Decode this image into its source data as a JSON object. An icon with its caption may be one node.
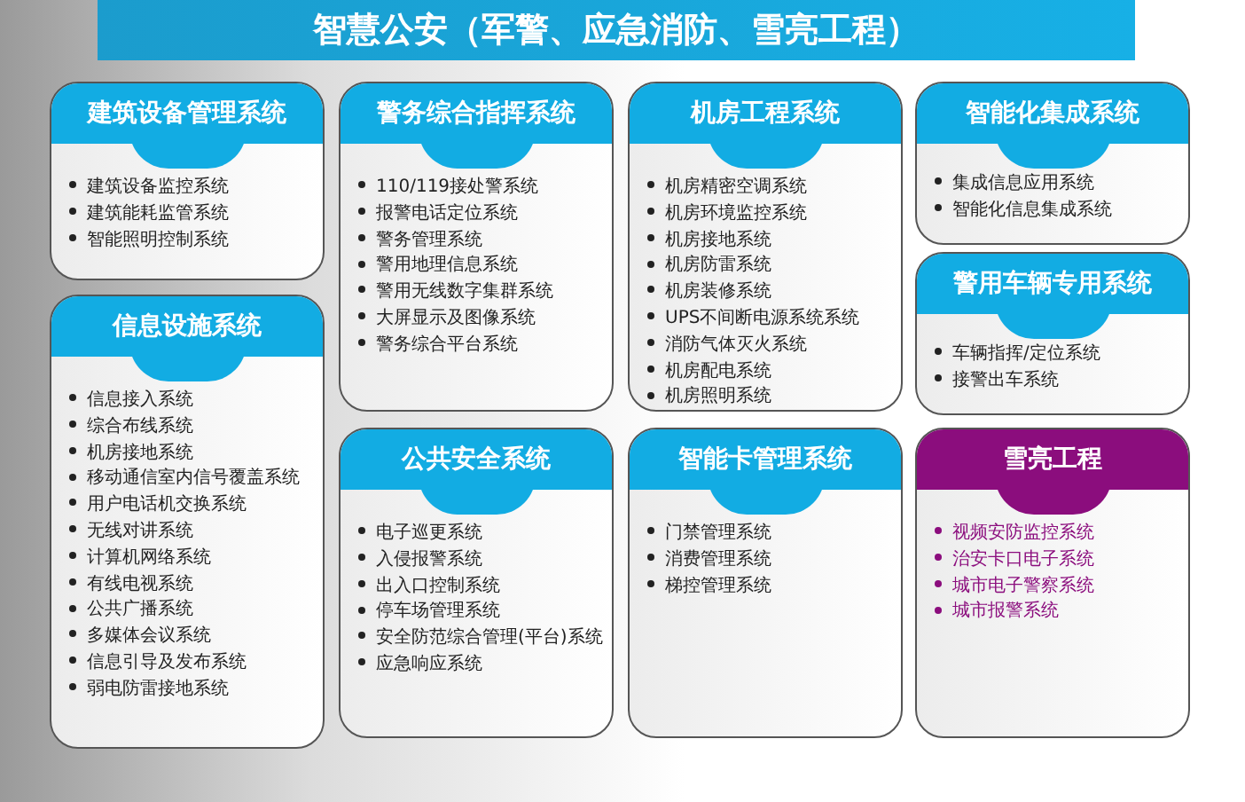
{
  "diagram": {
    "title": "智慧公安（军警、应急消防、雪亮工程）",
    "nodes": [
      {
        "text": [
          "建筑设备管理系统",
          "建筑设备监控系统",
          "建筑能耗监管系统",
          "智能照明控制系统"
        ]
      },
      {
        "text": [
          "警务综合指挥系统",
          "110/119接处警系统",
          "报警电话定位系统",
          "警务管理系统",
          "警用地理信息系统",
          "警用无线数字集群系统",
          "大屏显示及图像系统",
          "警务综合平台系统"
        ]
      },
      {
        "text": [
          "机房工程系统",
          "机房精密空调系统",
          "机房环境监控系统",
          "机房接地系统",
          "机房防雷系统",
          "机房装修系统",
          "UPS不间断电源系统系统",
          "消防气体灭火系统",
          "机房配电系统",
          "机房照明系统"
        ]
      },
      {
        "text": [
          "智能化集成系统",
          "集成信息应用系统",
          "智能化信息集成系统"
        ]
      },
      {
        "text": [
          "警用车辆专用系统",
          "车辆指挥/定位系统",
          "接警出车系统"
        ]
      },
      {
        "text": [
          "信息设施系统",
          "信息接入系统",
          "综合布线系统",
          "机房接地系统",
          "移动通信室内信号覆盖系统",
          "用户电话机交换系统",
          "无线对讲系统",
          "计算机网络系统",
          "有线电视系统",
          "公共广播系统",
          "多媒体会议系统",
          "信息引导及发布系统",
          "弱电防雷接地系统"
        ]
      },
      {
        "text": [
          "公共安全系统",
          "电子巡更系统",
          "入侵报警系统",
          "出入口控制系统",
          "停车场管理系统",
          "安全防范综合管理(平台)系统",
          "应急响应系统"
        ]
      },
      {
        "text": [
          "智能卡管理系统",
          "门禁管理系统",
          "消费管理系统",
          "梯控管理系统"
        ]
      },
      {
        "text": [
          "雪亮工程",
          "视频安防监控系统",
          "治安卡口电子系统",
          "城市电子警察系统",
          "城市报警系统"
        ]
      }
    ]
  }
}
